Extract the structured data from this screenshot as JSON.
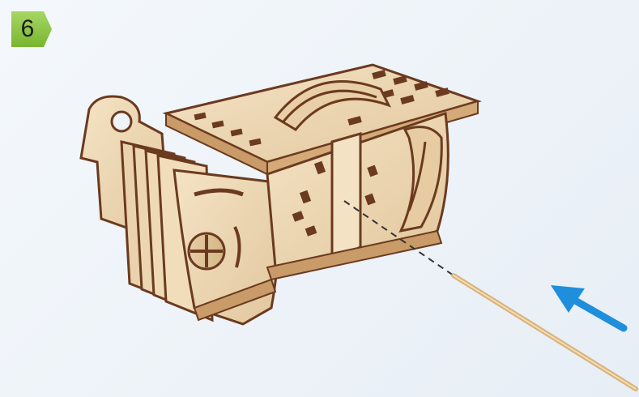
{
  "step": {
    "number": "6",
    "badge_color": "#8cc63f"
  },
  "illustration": {
    "subject": "wooden-mechanism-assembly",
    "tool": "toothpick",
    "arrow_color": "#1f8fdc",
    "wood_color": "#efd9b6",
    "edge_color": "#6b3a1f"
  }
}
